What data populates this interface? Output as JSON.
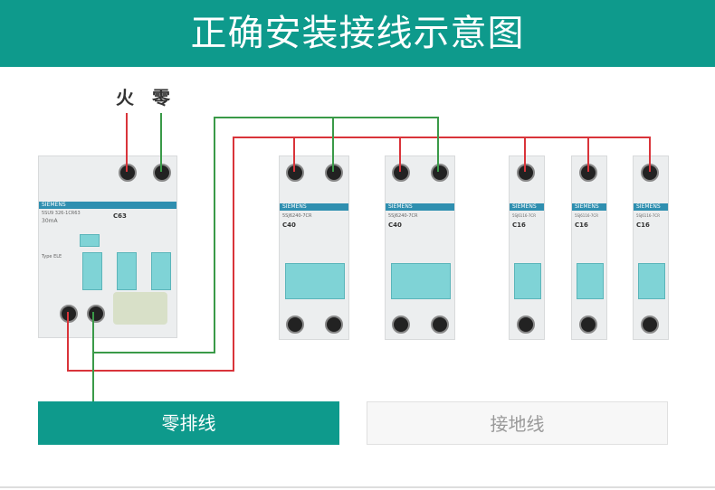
{
  "title": "正确安装接线示意图",
  "labels": {
    "live": "火",
    "neutral": "零"
  },
  "main_breaker": {
    "brand": "SIEMENS",
    "model": "5SU9 326-1CR63",
    "sensitivity": "30mA",
    "rating": "C63",
    "type": "Type ELE"
  },
  "breakers": [
    {
      "brand": "SIEMENS",
      "model": "5SJ6240-7CR",
      "rating": "C40"
    },
    {
      "brand": "SIEMENS",
      "model": "5SJ6240-7CR",
      "rating": "C40"
    },
    {
      "brand": "SIEMENS",
      "model": "5SJ6116-7CR",
      "rating": "C16"
    },
    {
      "brand": "SIEMENS",
      "model": "5SJ6116-7CR",
      "rating": "C16"
    },
    {
      "brand": "SIEMENS",
      "model": "5SJ6116-7CR",
      "rating": "C16"
    }
  ],
  "bars": {
    "neutral_bar": "零排线",
    "ground_bar": "接地线"
  },
  "colors": {
    "accent": "#0e9a8c",
    "live_wire": "#d9343a",
    "neutral_wire": "#3a9a48"
  }
}
